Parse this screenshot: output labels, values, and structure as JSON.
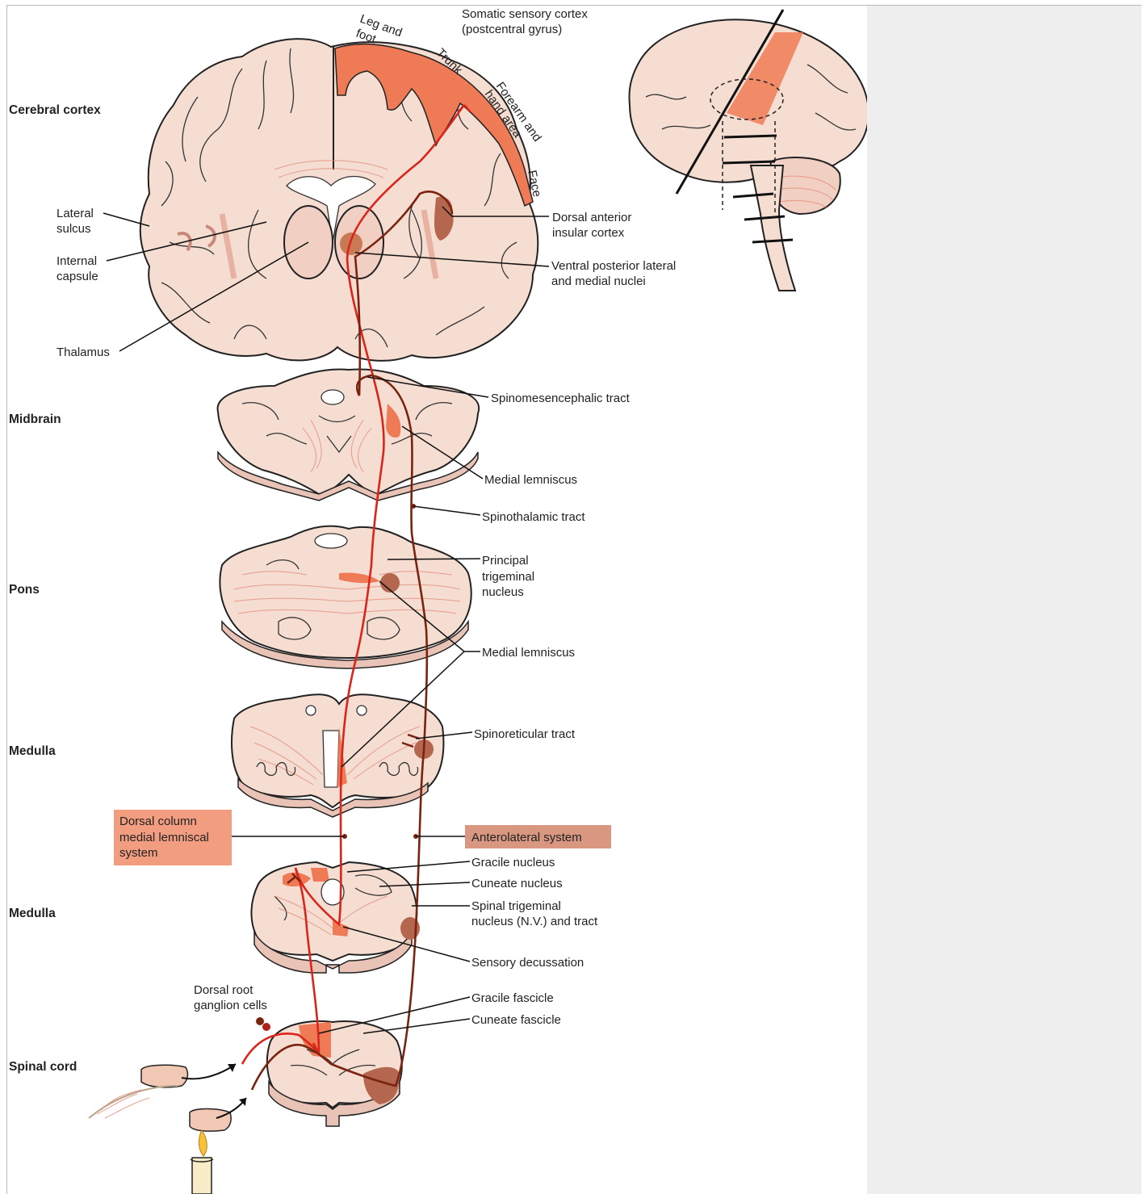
{
  "levels": {
    "cerebral_cortex": "Cerebral cortex",
    "midbrain": "Midbrain",
    "pons": "Pons",
    "medulla_upper": "Medulla",
    "medulla_lower": "Medulla",
    "spinal_cord": "Spinal cord"
  },
  "cortex_labels": {
    "leg_foot_1": "Leg and",
    "leg_foot_2": "foot",
    "trunk": "Trunk",
    "forearm_1": "Forearm and",
    "forearm_2": "hand area",
    "face": "Face",
    "somatic_1": "Somatic sensory cortex",
    "somatic_2": "(postcentral gyrus)"
  },
  "left_labels": {
    "lateral_sulcus_1": "Lateral",
    "lateral_sulcus_2": "sulcus",
    "internal_capsule_1": "Internal",
    "internal_capsule_2": "capsule",
    "thalamus": "Thalamus",
    "drg_1": "Dorsal root",
    "drg_2": "ganglion cells"
  },
  "right_labels": {
    "dorsal_anterior_insular_1": "Dorsal anterior",
    "dorsal_anterior_insular_2": "insular cortex",
    "vpl_1": "Ventral posterior lateral",
    "vpl_2": "and medial nuclei",
    "spinomesencephalic": "Spinomesencephalic tract",
    "medial_lemniscus_1": "Medial lemniscus",
    "spinothalamic": "Spinothalamic tract",
    "principal_trig_1": "Principal",
    "principal_trig_2": "trigeminal",
    "principal_trig_3": "nucleus",
    "medial_lemniscus_2": "Medial lemniscus",
    "spinoreticular": "Spinoreticular tract",
    "gracile_nucleus": "Gracile nucleus",
    "cuneate_nucleus": "Cuneate nucleus",
    "spinal_trig_1": "Spinal trigeminal",
    "spinal_trig_2": "nucleus (N.V.) and tract",
    "sensory_decussation": "Sensory decussation",
    "gracile_fascicle": "Gracile fascicle",
    "cuneate_fascicle": "Cuneate fascicle"
  },
  "systems": {
    "dorsal_column_1": "Dorsal column",
    "dorsal_column_2": "medial lemniscal",
    "dorsal_column_3": "system",
    "anterolateral": "Anterolateral system"
  },
  "colors": {
    "dorsal_column_box": "#f29c80",
    "anterolateral_box": "#d99782",
    "lemniscal_path": "#d9251b",
    "anterolateral_path": "#7a2410",
    "cortex_highlight": "#ee7b55",
    "tissue": "#f5ddd2",
    "side_panel": "#eeeeee"
  }
}
